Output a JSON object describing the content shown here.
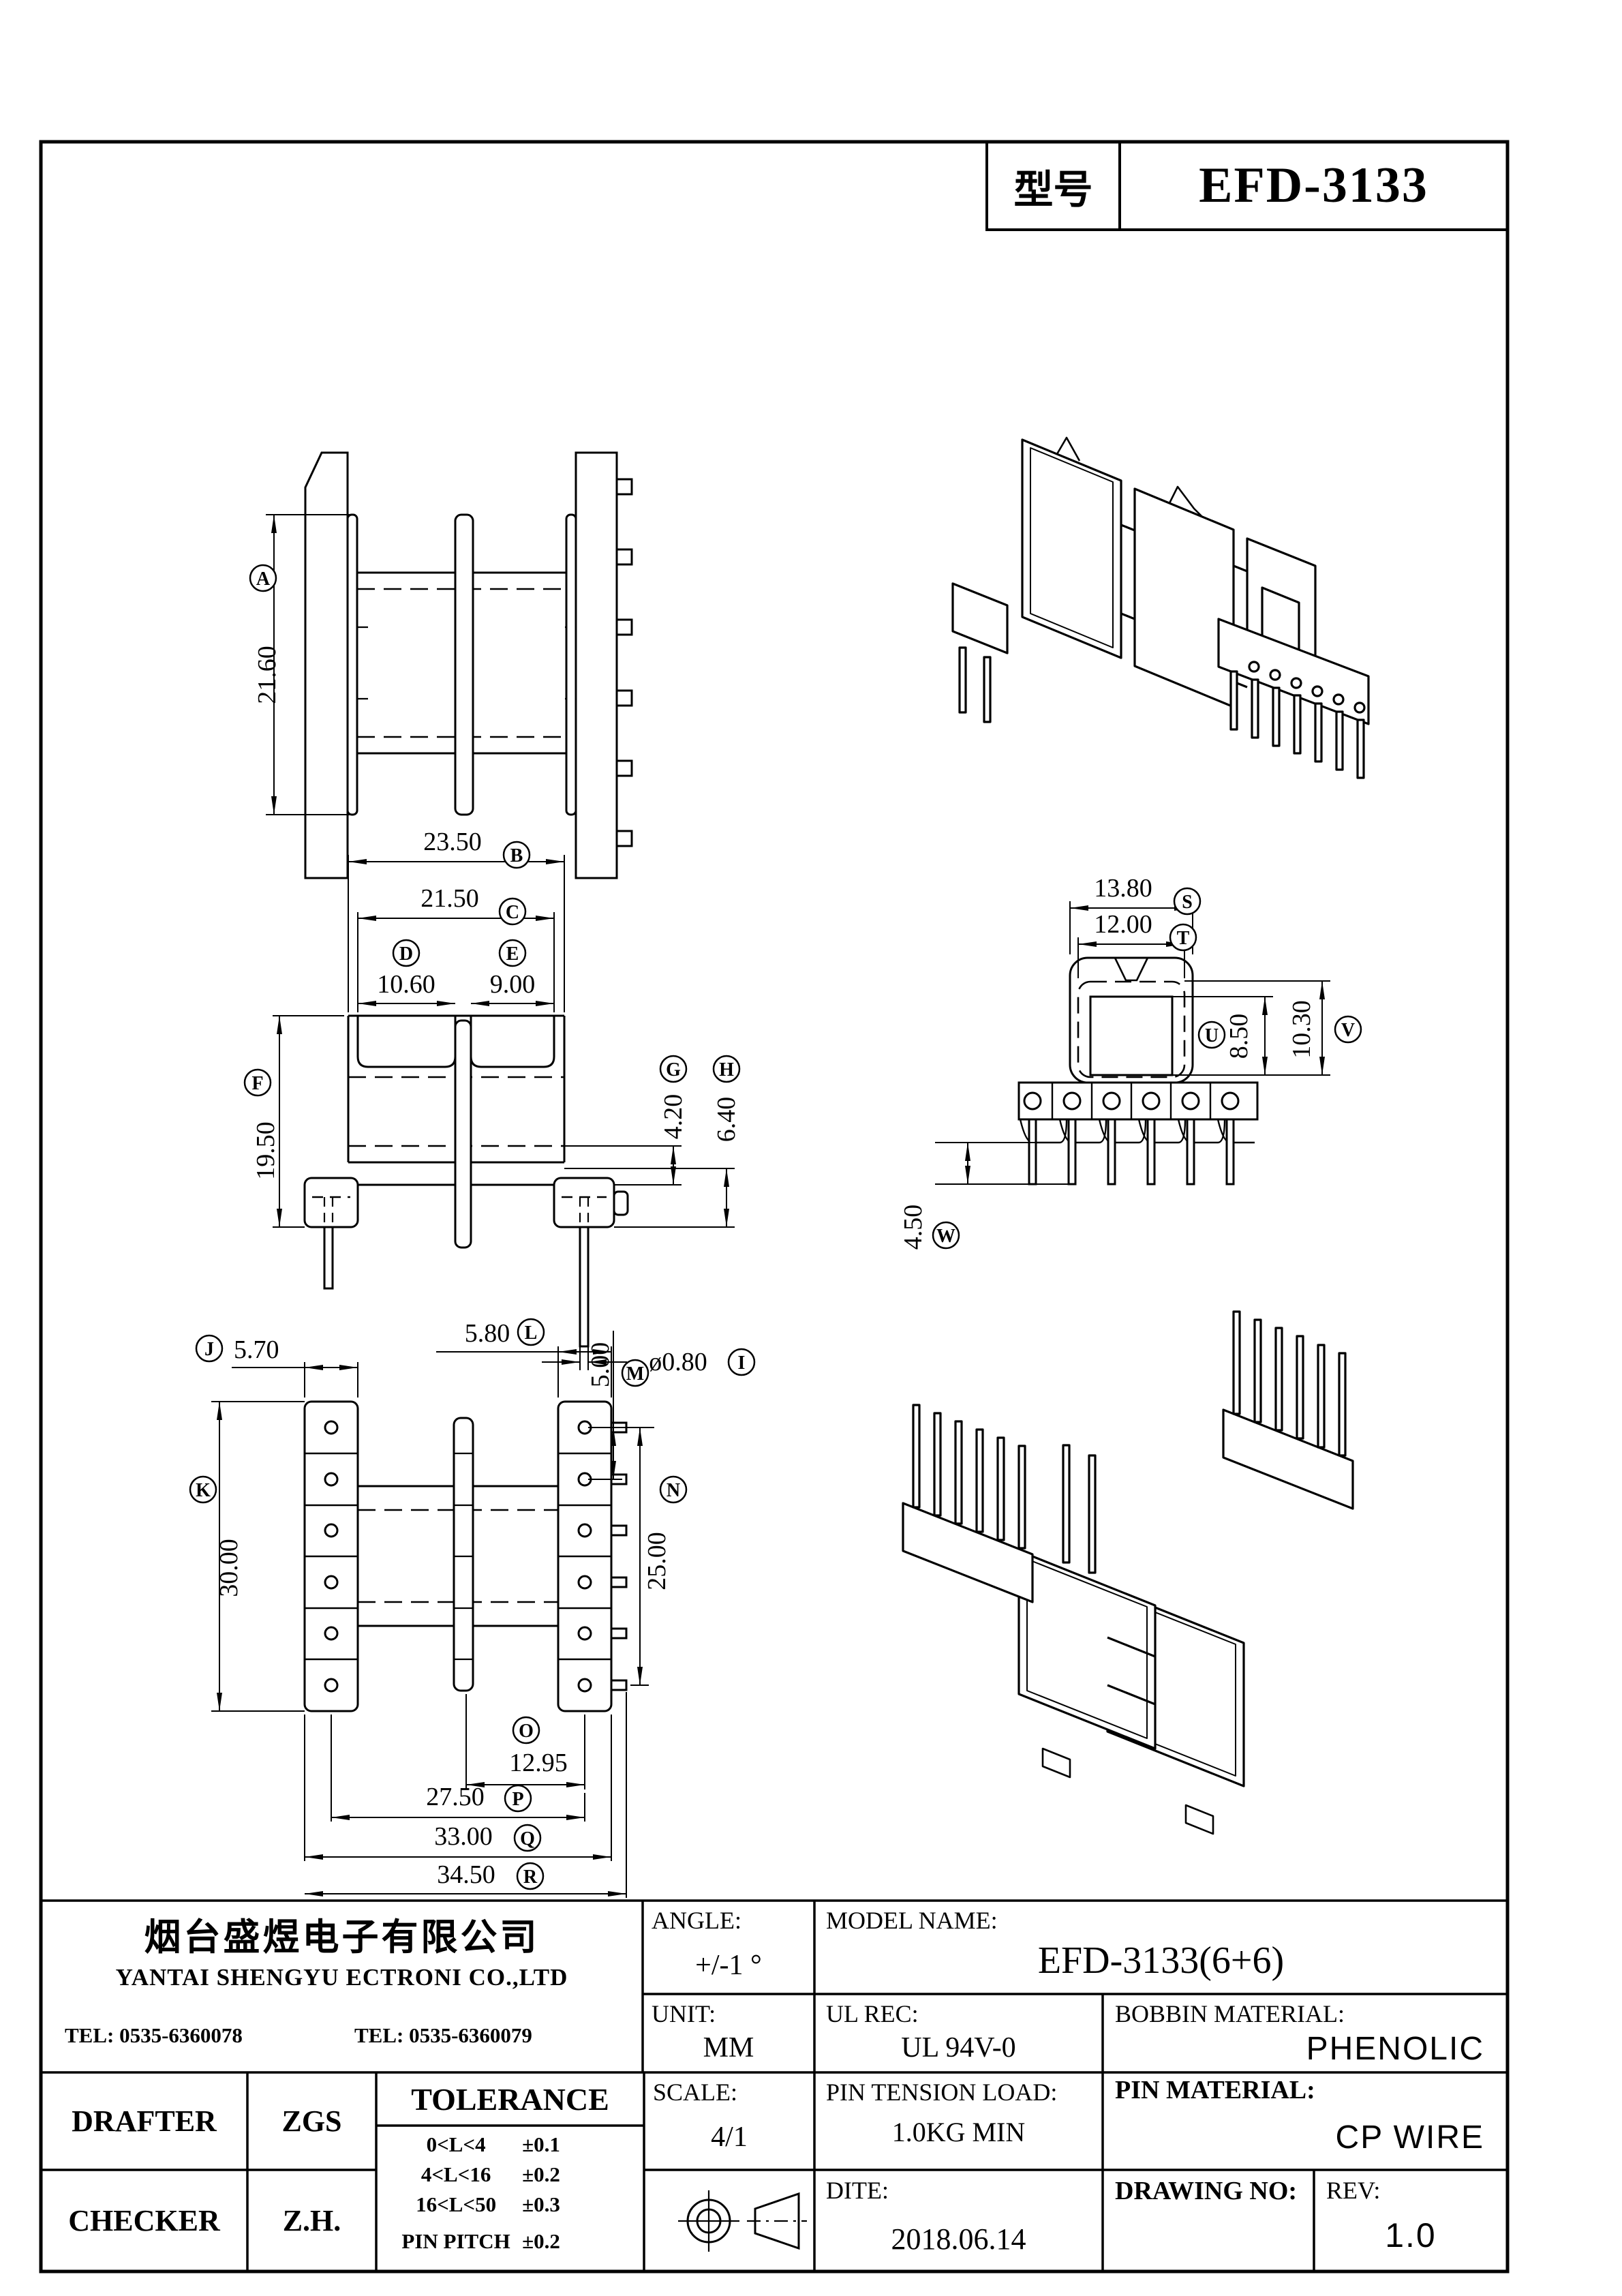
{
  "title_block": {
    "model_label": "型号",
    "model_value": "EFD-3133"
  },
  "dims": {
    "A": {
      "letter": "A",
      "value": "21.60"
    },
    "B": {
      "letter": "B",
      "value": "23.50"
    },
    "C": {
      "letter": "C",
      "value": "21.50"
    },
    "D": {
      "letter": "D",
      "value": "10.60"
    },
    "E": {
      "letter": "E",
      "value": "9.00"
    },
    "F": {
      "letter": "F",
      "value": "19.50"
    },
    "G": {
      "letter": "G",
      "value": "4.20"
    },
    "H": {
      "letter": "H",
      "value": "6.40"
    },
    "I": {
      "letter": "I",
      "value": "ø0.80"
    },
    "J": {
      "letter": "J",
      "value": "5.70"
    },
    "K": {
      "letter": "K",
      "value": "30.00"
    },
    "L": {
      "letter": "L",
      "value": "5.80"
    },
    "M": {
      "letter": "M",
      "value": "5.00"
    },
    "N": {
      "letter": "N",
      "value": "25.00"
    },
    "O": {
      "letter": "O",
      "value": "12.95"
    },
    "P": {
      "letter": "P",
      "value": "27.50"
    },
    "Q": {
      "letter": "Q",
      "value": "33.00"
    },
    "R": {
      "letter": "R",
      "value": "34.50"
    },
    "S": {
      "letter": "S",
      "value": "13.80"
    },
    "T": {
      "letter": "T",
      "value": "12.00"
    },
    "U": {
      "letter": "U",
      "value": "8.50"
    },
    "V": {
      "letter": "V",
      "value": "10.30"
    },
    "W": {
      "letter": "W",
      "value": "4.50"
    }
  },
  "info": {
    "company_cn": "烟台盛煜电子有限公司",
    "company_en": "YANTAI SHENGYU ECTRONI CO.,LTD",
    "tel_left": "TEL: 0535-6360078",
    "tel_right": "TEL: 0535-6360079",
    "angle_label": "ANGLE:",
    "angle_value": "+/-1 °",
    "model_name_label": "MODEL NAME:",
    "model_name_value": "EFD-3133(6+6)",
    "unit_label": "UNIT:",
    "unit_value": "MM",
    "ul_label": "UL REC:",
    "ul_value": "UL 94V-0",
    "bobbin_label": "BOBBIN MATERIAL:",
    "bobbin_value": "PHENOLIC",
    "drafter_label": "DRAFTER",
    "drafter_value": "ZGS",
    "checker_label": "CHECKER",
    "checker_value": "Z.H.",
    "tolerance_title": "TOLERANCE",
    "tolerance_rows": [
      {
        "range": "0<L<4",
        "tol": "±0.1"
      },
      {
        "range": "4<L<16",
        "tol": "±0.2"
      },
      {
        "range": "16<L<50",
        "tol": "±0.3"
      },
      {
        "range": "PIN PITCH",
        "tol": "±0.2"
      }
    ],
    "scale_label": "SCALE:",
    "scale_value": "4/1",
    "pin_tension_label": "PIN TENSION LOAD:",
    "pin_tension_value": "1.0KG MIN",
    "pin_material_label": "PIN MATERIAL:",
    "pin_material_value": "CP WIRE",
    "date_label": "DITE:",
    "date_value": "2018.06.14",
    "drawing_no_label": "DRAWING NO:",
    "rev_label": "REV:",
    "rev_value": "1.0"
  },
  "colors": {
    "line": "#000000",
    "background": "#ffffff"
  }
}
